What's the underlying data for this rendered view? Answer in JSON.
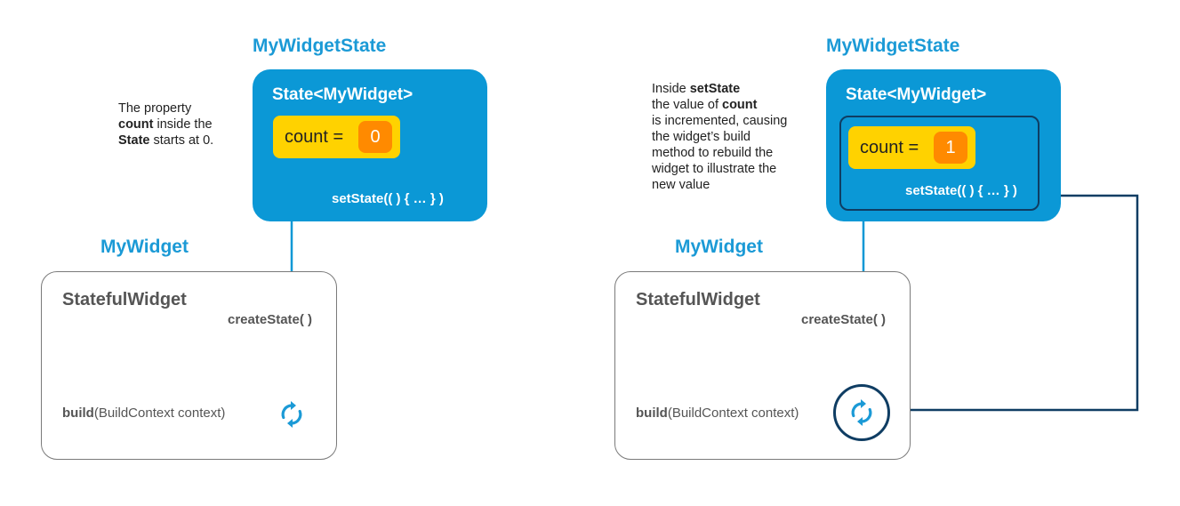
{
  "left": {
    "state_title": "MyWidgetState",
    "state_label": "State<MyWidget>",
    "count_label": "count =",
    "count_value": "0",
    "set_state": "setState(( ) { … } )",
    "widget_title": "MyWidget",
    "widget_class": "StatefulWidget",
    "create_state": "createState( )",
    "build_bold": "build",
    "build_rest": "(BuildContext context)",
    "note_lines": [
      [
        "The property"
      ],
      [
        "count",
        " inside the"
      ],
      [
        "State",
        " starts at 0."
      ]
    ]
  },
  "right": {
    "state_title": "MyWidgetState",
    "state_label": "State<MyWidget>",
    "count_label": "count =",
    "count_value": "1",
    "set_state": "setState(( ) { … } )",
    "widget_title": "MyWidget",
    "widget_class": "StatefulWidget",
    "create_state": "createState( )",
    "build_bold": "build",
    "build_rest": "(BuildContext context)",
    "note_lines": [
      [
        "Inside ",
        "setState"
      ],
      [
        "the value of ",
        "count"
      ],
      [
        "is incremented, causing"
      ],
      [
        "the widget’s build"
      ],
      [
        "method to rebuild the"
      ],
      [
        "widget to illustrate the"
      ],
      [
        "new value"
      ]
    ]
  },
  "colors": {
    "state_blue": "#0b98d6",
    "title_blue": "#1b9ad6",
    "count_yellow": "#ffd200",
    "count_orange": "#ff8a00",
    "dark_navy": "#0f3d63",
    "grey_border": "#7a7a7a"
  },
  "icons": {
    "refresh": "refresh-icon",
    "connector": "connector-dot-icon"
  }
}
